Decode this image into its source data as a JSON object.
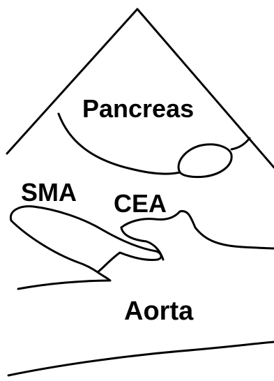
{
  "labels": {
    "pancreas": "Pancreas",
    "sma": "SMA",
    "cea": "CEA",
    "aorta": "Aorta"
  },
  "colors": {
    "line": "#000000",
    "background": "#ffffff"
  }
}
